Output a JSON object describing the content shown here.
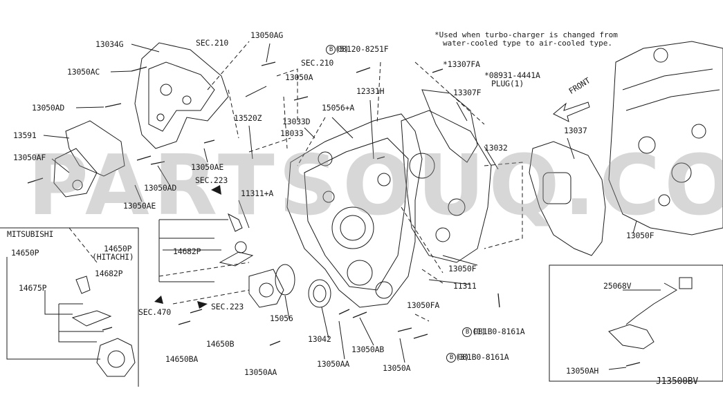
{
  "diagram_id": "J13500BV",
  "watermark": "PARTSOUQ.COM",
  "note": {
    "line1": "*Used when turbo-charger is changed from",
    "line2": "water-cooled type to air-cooled type."
  },
  "front_label": "FRONT",
  "variants": {
    "mitsubishi": "MITSUBISHI",
    "hitachi": "(HITACHI)"
  },
  "bolt_refs": {
    "r1": {
      "badge": "B",
      "code": "08120-8251F",
      "qty": "(5)"
    },
    "r2": {
      "badge": "B",
      "code": "081B0-8161A",
      "qty": "(1)"
    },
    "r3": {
      "badge": "B",
      "code": "081B0-8161A",
      "qty": "(3)"
    }
  },
  "labels": {
    "p13034G": "13034G",
    "p13050AC": "13050AC",
    "p13050AD_a": "13050AD",
    "p13591": "13591",
    "p13050AF": "13050AF",
    "p13050AE_a": "13050AE",
    "p13050AD_b": "13050AD",
    "p13050AE_b": "13050AE",
    "sec210_a": "SEC.210",
    "sec210_b": "SEC.210",
    "p13050AG": "13050AG",
    "p13050A_a": "13050A",
    "p13520Z": "13520Z",
    "sec223_a": "SEC.223",
    "p13033D": "13033D",
    "p13033": "13033",
    "p15056A": "15056+A",
    "p12331H": "12331H",
    "p11311A": "11311+A",
    "p13307FA": "*13307FA",
    "p08931": "*08931-4441A",
    "plug": "PLUG(1)",
    "p13307F": "13307F",
    "p13032": "13032",
    "p13037": "13037",
    "p13050F_a": "13050F",
    "p13050F_b": "13050F",
    "p11311": "11311",
    "p14650P_h": "14650P",
    "p14682P_h": "14682P",
    "sec470": "SEC.470",
    "sec223_b": "SEC.223",
    "p15056": "15056",
    "p13042": "13042",
    "p13050FA": "13050FA",
    "p13050AB": "13050AB",
    "p13050AA_a": "13050AA",
    "p13050AA_b": "13050AA",
    "p13050A_b": "13050A",
    "p14650B": "14650B",
    "p14650BA": "14650BA",
    "p14650P_m": "14650P",
    "p14675P": "14675P",
    "p14682P_m": "14682P",
    "p25068V": "25068V",
    "p13050AH": "13050AH"
  }
}
